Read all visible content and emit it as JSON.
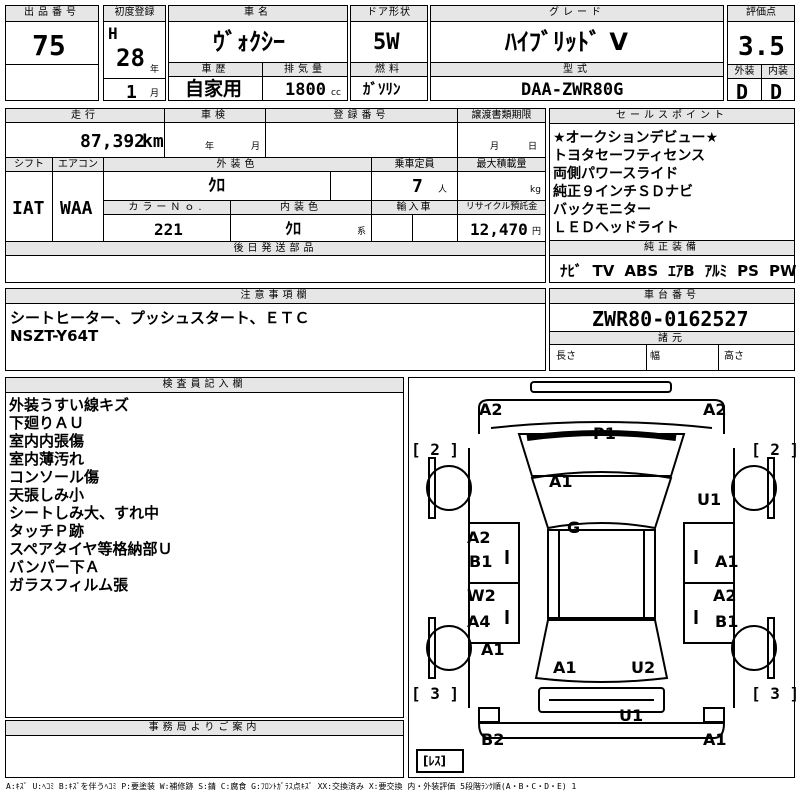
{
  "headers": {
    "lot_no": "出品番号",
    "first_reg": "初度登録",
    "car_name": "車名",
    "door": "ドア形状",
    "grade": "グレード",
    "score": "評価点",
    "history": "車歴",
    "displacement": "排気量",
    "fuel": "燃料",
    "model_code": "型式",
    "exterior": "外装",
    "interior": "内装",
    "mileage": "走行",
    "inspection": "車検",
    "reg_no": "登録番号",
    "transfer_deadline": "譲渡書類期限",
    "sales_points": "セールスポイント",
    "shift": "シフト",
    "aircon": "エアコン",
    "exterior_color": "外装色",
    "capacity": "乗車定員",
    "max_load": "最大積載量",
    "color_no": "カラーＮｏ.",
    "interior_color": "内装色",
    "imported": "輸入車",
    "recycle": "リサイクル預託金",
    "later_parts": "後日発送部品",
    "genuine_equipment": "純正装備",
    "notes": "注意事項欄",
    "chassis_no": "車台番号",
    "dimensions": "諸元",
    "inspector_notes": "検査員記入欄",
    "office_notes": "事務局よりご案内"
  },
  "lot_no": "75",
  "era": "H",
  "year": "28",
  "year_unit": "年",
  "month": "1",
  "month_unit": "月",
  "car_name": "ｳﾞｫｸｼｰ",
  "door": "5W",
  "grade": "ﾊｲﾌﾞﾘｯﾄﾞ V",
  "score": "3.5",
  "history": "自家用",
  "displacement": "1800",
  "displacement_unit": "cc",
  "fuel": "ｶﾞｿﾘﾝ",
  "model_code": "DAA-ZWR80G",
  "exterior_grade": "D",
  "interior_grade": "D",
  "mileage": "87,392",
  "mileage_unit": "km",
  "inspection_year_unit": "年",
  "inspection_month_unit": "月",
  "transfer_month_unit": "月",
  "transfer_day_unit": "日",
  "shift": "IAT",
  "aircon": "WAA",
  "exterior_color": "ｸﾛ",
  "capacity": "7",
  "capacity_unit": "人",
  "load_unit": "kg",
  "color_no": "221",
  "interior_color": "ｸﾛ",
  "interior_color_unit": "系",
  "recycle": "12,470",
  "recycle_unit": "円",
  "sales_points": [
    "★オークションデビュー★",
    "トヨタセーフティセンス",
    "両側パワースライド",
    "純正９インチＳＤナビ",
    "バックモニター",
    "ＬＥＤヘッドライト"
  ],
  "equipment": [
    "ﾅﾋﾞ",
    "TV",
    "ABS",
    "ｴｱB",
    "ｱﾙﾐ",
    "PS",
    "PW"
  ],
  "notes": [
    "シートヒーター、プッシュスタート、ＥＴＣ",
    "NSZT-Y64T"
  ],
  "chassis_no": "ZWR80-0162527",
  "dim_length": "長さ",
  "dim_width": "幅",
  "dim_height": "高さ",
  "inspector_notes": [
    "外装うすい線キズ",
    "下廻りＡＵ",
    "室内内張傷",
    "室内薄汚れ",
    "コンソール傷",
    "天張しみ小",
    "シートしみ大、すれ中",
    "タッチＰ跡",
    "スペアタイヤ等格納部Ｕ",
    "バンパー下Ａ",
    "ガラスフィルム張"
  ],
  "diagram": {
    "marks": {
      "front_left": "A2",
      "front_right": "A2",
      "bonnet": "P1",
      "windshield": "A1",
      "right_front_fender": "U1",
      "roof": "G",
      "left_front_door_1": "A2",
      "left_front_door_2": "B1",
      "right_front_door": "A1",
      "left_rear_door_1": "W2",
      "left_rear_door_2": "A4",
      "right_rear_door_1": "A2",
      "right_rear_door_2": "B1",
      "left_rear_fender": "A1",
      "rear_glass_left": "A1",
      "rear_glass_right": "U2",
      "rear_bumper": "U1",
      "rear_left": "B2",
      "rear_right": "A1"
    },
    "bracket_front_left": "[ 2 ]",
    "bracket_front_right": "[ 2 ]",
    "bracket_rear_left": "[ 3 ]",
    "bracket_rear_right": "[ 3 ]",
    "spare_label": "[ﾚｽ]"
  },
  "legend": "A:ｷｽﾞ U:ﾍｺﾐ B:ｷｽﾞを伴うﾍｺﾐ P:要塗装 W:補修跡 S:錆 C:腐食 G:ﾌﾛﾝﾄｶﾞﾗｽ点ｷｽﾞ XX:交換済み X:要交換 内・外装評価 5段階ﾗﾝｸ順(A・B・C・D・E) 1"
}
